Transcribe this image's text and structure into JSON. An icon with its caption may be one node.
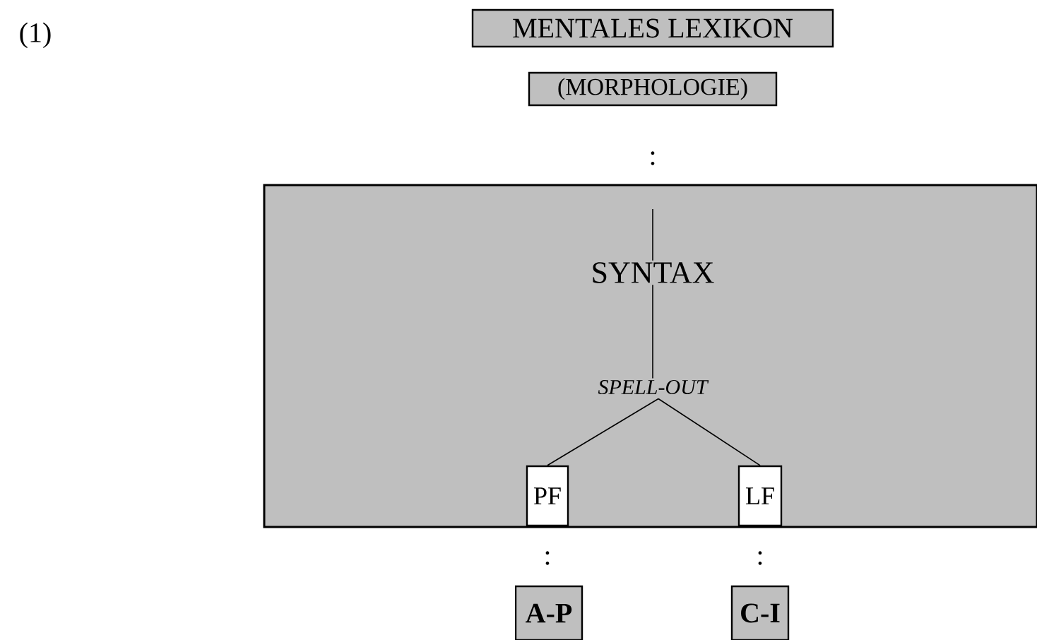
{
  "diagram": {
    "nodes": [
      {
        "text": [
          "MENTALES LEXIKON"
        ]
      },
      {
        "text": [
          "(MORPHOLOGIE)"
        ]
      },
      {
        "text": [],
        "shape": "box"
      },
      {
        "text": [
          "SYNTAX"
        ],
        "in": 2
      },
      {
        "text": [
          "SPELL-OUT"
        ],
        "in": 2
      },
      {
        "text": [
          "PF"
        ],
        "in": 2
      },
      {
        "text": [
          "LF"
        ],
        "in": 2
      },
      {
        "text": [
          "A-P"
        ]
      },
      {
        "text": [
          "C-I"
        ]
      }
    ],
    "edges": [
      {
        "from": null,
        "to": 3,
        "arrow": "none"
      },
      {
        "from": 3,
        "to": 4,
        "arrow": "none"
      },
      {
        "from": 4,
        "to": 5,
        "arrow": "none"
      },
      {
        "from": 4,
        "to": 6,
        "arrow": "none"
      }
    ],
    "labels": [
      "(1)",
      ":",
      ":",
      ":"
    ]
  }
}
